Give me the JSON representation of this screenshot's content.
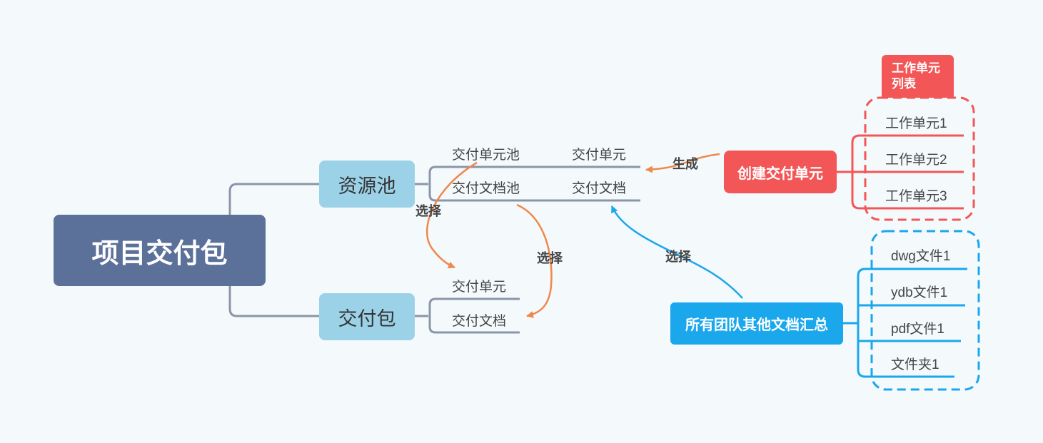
{
  "colors": {
    "background": "#f4f9fc",
    "root": "#5b7199",
    "branch_node": "#9cd2e8",
    "connector": "#8a96a8",
    "arrow_orange": "#f0884a",
    "red": "#f35656",
    "blue": "#1aa7ec"
  },
  "root": {
    "label": "项目交付包"
  },
  "resource_pool": {
    "label": "资源池",
    "children": [
      "交付单元池",
      "交付文档池"
    ],
    "sub_children": [
      "交付单元",
      "交付文档"
    ]
  },
  "delivery_package": {
    "label": "交付包",
    "children": [
      "交付单元",
      "交付文档"
    ]
  },
  "relations": {
    "select_left": "选择",
    "select_mid": "选择",
    "select_blue": "选择",
    "generate": "生成"
  },
  "create_unit": {
    "label": "创建交付单元",
    "summary_tag": [
      "工作单元",
      "列表"
    ],
    "items": [
      "工作单元1",
      "工作单元2",
      "工作单元3"
    ]
  },
  "other_docs": {
    "label": "所有团队其他文档汇总",
    "items": [
      "dwg文件1",
      "ydb文件1",
      "pdf文件1",
      "文件夹1"
    ]
  }
}
